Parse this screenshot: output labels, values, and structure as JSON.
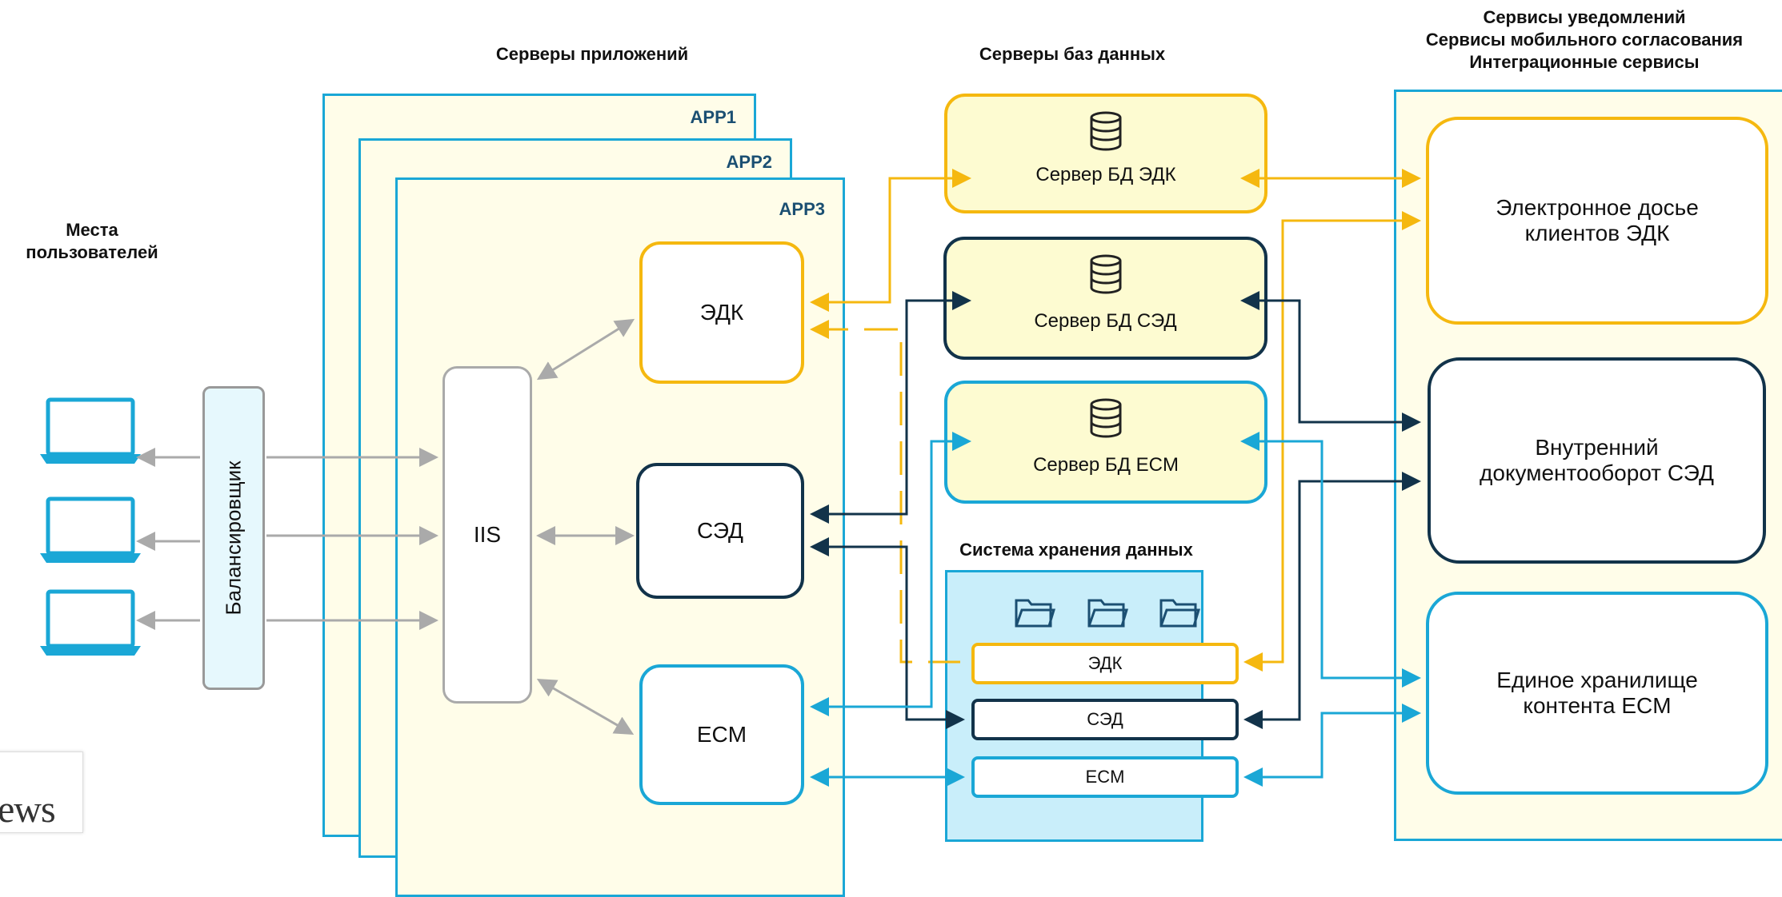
{
  "headers": {
    "users": "Места\nпользователей",
    "app_servers": "Серверы приложений",
    "db_servers": "Серверы баз данных",
    "services_line1": "Сервисы уведомлений",
    "services_line2": "Сервисы мобильного согласования",
    "services_line3": "Интеграционные сервисы",
    "storage": "Система хранения данных"
  },
  "balancer": {
    "label": "Балансировщик"
  },
  "app_panels": {
    "app1": "APP1",
    "app2": "APP2",
    "app3": "APP3"
  },
  "app_nodes": {
    "iis": "IIS",
    "edk": "ЭДК",
    "sed": "СЭД",
    "ecm": "ECM"
  },
  "db_servers": {
    "edk": "Сервер БД ЭДК",
    "sed": "Сервер БД СЭД",
    "ecm": "Сервер БД  ECM"
  },
  "storage_items": {
    "edk": "ЭДК",
    "sed": "СЭД",
    "ecm": "ECM"
  },
  "services": {
    "edk": "Электронное досье клиентов ЭДК",
    "sed": "Внутренний документооборот СЭД",
    "ecm": "Единое хранилище контента ECM"
  },
  "badge": {
    "text": "ews"
  },
  "icons": {
    "laptop": "laptop-icon",
    "database": "database-icon",
    "folder": "folder-icon"
  },
  "colors": {
    "edk_line": "#f5b80f",
    "sed_line": "#12334a",
    "ecm_line": "#1aa7d6",
    "neutral_line": "#aaaaaa",
    "panel_fill": "#fffde9",
    "db_fill": "#fdfbd1",
    "storage_fill": "#c9eefa"
  }
}
